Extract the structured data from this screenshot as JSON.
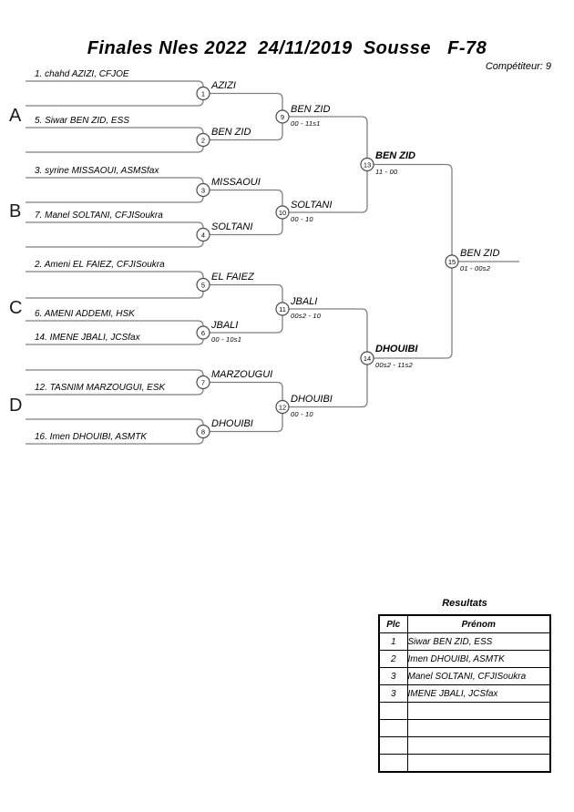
{
  "header": {
    "title": "Finales Nles 2022  24/11/2019  Sousse   F-78",
    "competitor": "Compétiteur: 9"
  },
  "bracket": {
    "sections": [
      "A",
      "B",
      "C",
      "D"
    ],
    "seeds": [
      "1. chahd AZIZI, CFJOE",
      "5. Siwar BEN ZID, ESS",
      "3. syrine MISSAOUI, ASMSfax",
      "7. Manel SOLTANI, CFJISoukra",
      "2. Ameni EL FAIEZ, CFJISoukra",
      "6. AMENI ADDEMI, HSK",
      "14. IMENE JBALI, JCSfax",
      "12. TASNIM MARZOUGUI, ESK",
      "16. Imen DHOUIBI, ASMTK"
    ],
    "matches": {
      "m1": {
        "n": "1",
        "winner": "AZIZI"
      },
      "m2": {
        "n": "2",
        "winner": "BEN ZID"
      },
      "m3": {
        "n": "3",
        "winner": "MISSAOUI"
      },
      "m4": {
        "n": "4",
        "winner": "SOLTANI"
      },
      "m5": {
        "n": "5",
        "winner": "EL FAIEZ"
      },
      "m6": {
        "n": "6",
        "winner": "JBALI",
        "score": "00 - 10s1"
      },
      "m7": {
        "n": "7",
        "winner": "MARZOUGUI"
      },
      "m8": {
        "n": "8",
        "winner": "DHOUIBI"
      },
      "m9": {
        "n": "9",
        "winner": "BEN ZID",
        "score": "00 - 11s1"
      },
      "m10": {
        "n": "10",
        "winner": "SOLTANI",
        "score": "00 - 10"
      },
      "m11": {
        "n": "11",
        "winner": "JBALI",
        "score": "00s2 - 10"
      },
      "m12": {
        "n": "12",
        "winner": "DHOUIBI",
        "score": "00 - 10"
      },
      "m13": {
        "n": "13",
        "winner": "BEN ZID",
        "score": "11 - 00"
      },
      "m14": {
        "n": "14",
        "winner": "DHOUIBI",
        "score": "00s2 - 11s2"
      },
      "m15": {
        "n": "15",
        "winner": "BEN ZID",
        "score": "01 - 00s2"
      }
    }
  },
  "results": {
    "title": "Resultats",
    "columns": [
      "Plc",
      "Prénom"
    ],
    "rows": [
      {
        "plc": "1",
        "name": "Siwar BEN ZID, ESS"
      },
      {
        "plc": "2",
        "name": "Imen DHOUIBI, ASMTK"
      },
      {
        "plc": "3",
        "name": "Manel SOLTANI, CFJISoukra"
      },
      {
        "plc": "3",
        "name": "IMENE JBALI, JCSfax"
      },
      {
        "plc": "",
        "name": ""
      },
      {
        "plc": "",
        "name": ""
      },
      {
        "plc": "",
        "name": ""
      },
      {
        "plc": "",
        "name": ""
      }
    ]
  },
  "colors": {
    "bracket_line": "#808080",
    "circle_stroke": "#4d4d4d",
    "text": "#000000",
    "table_border": "#000000"
  }
}
